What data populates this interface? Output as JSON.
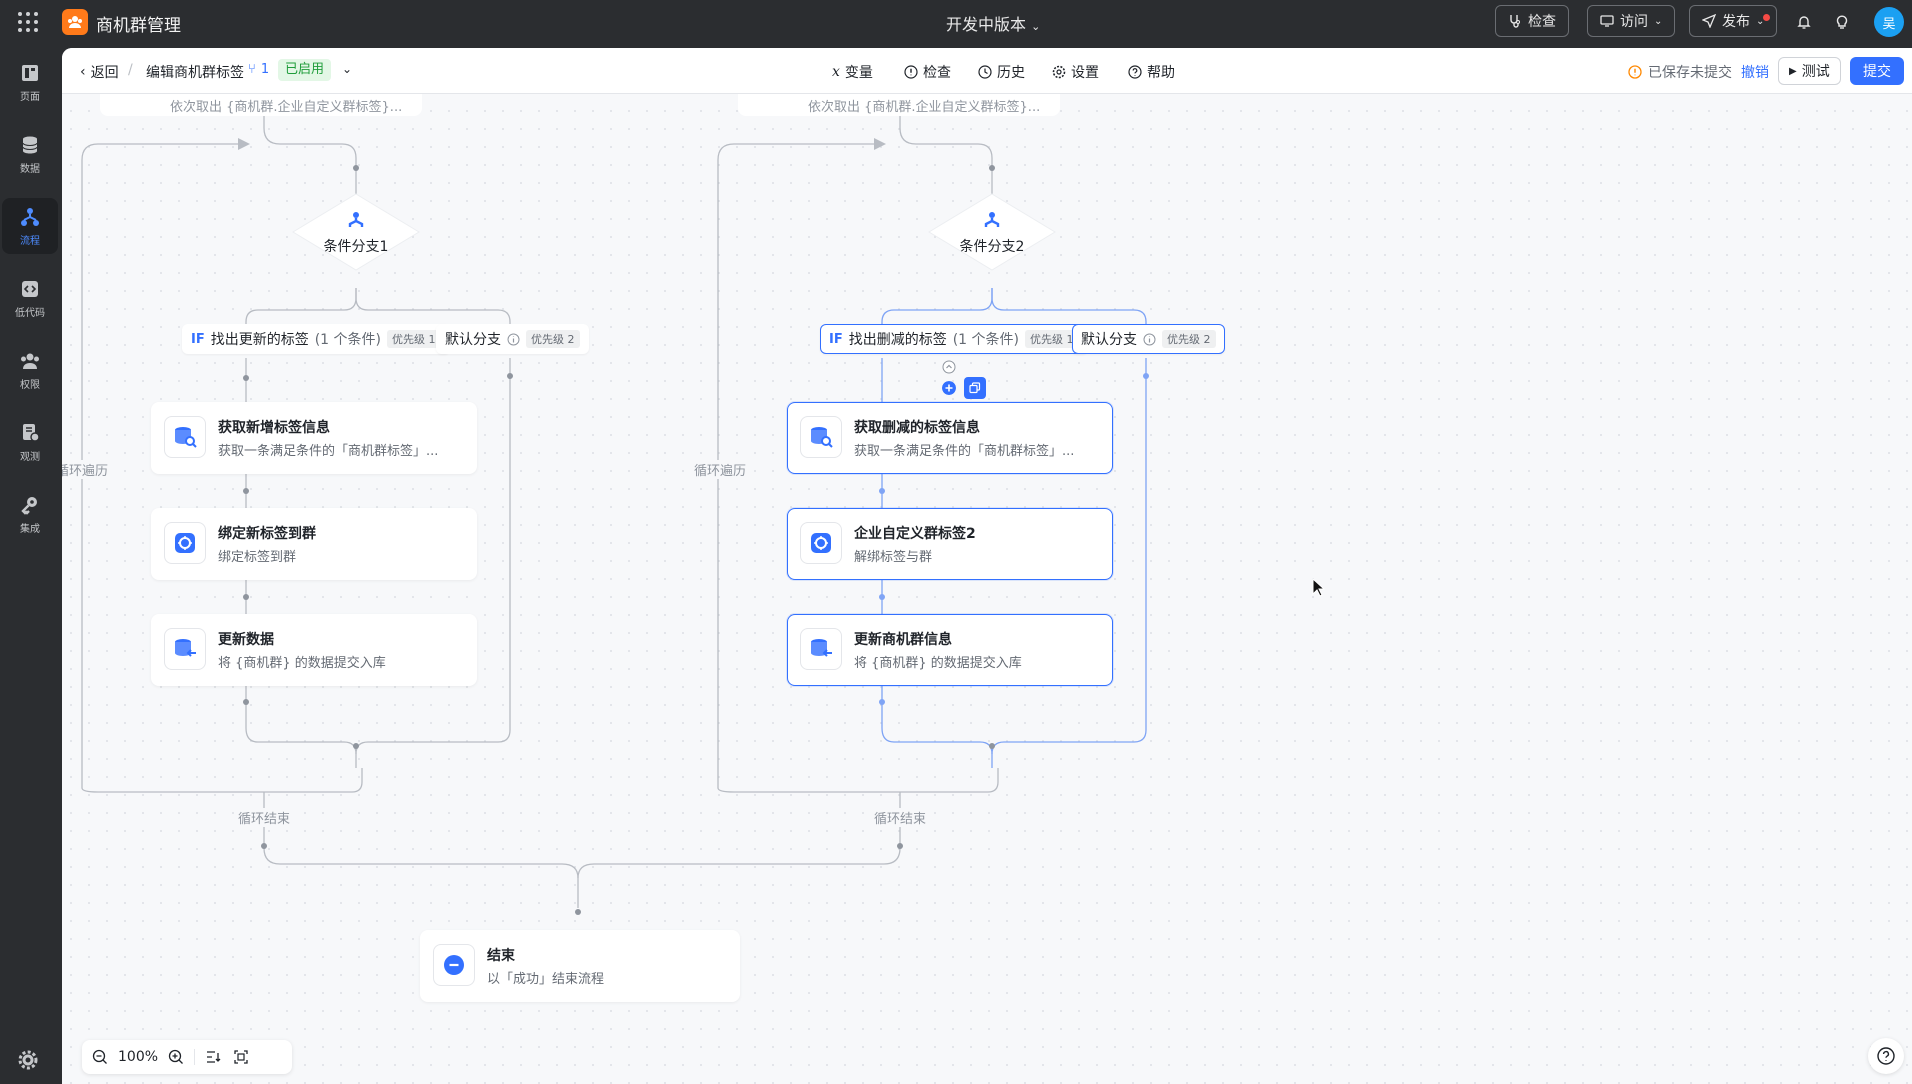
{
  "app": {
    "name": "商机群管理",
    "version_label": "开发中版本"
  },
  "topbar": {
    "check_label": "检查",
    "visit_label": "访问",
    "publish_label": "发布",
    "avatar_text": "吴"
  },
  "sidebar": {
    "items": [
      {
        "label": "页面",
        "icon": "page-icon"
      },
      {
        "label": "数据",
        "icon": "database-icon"
      },
      {
        "label": "流程",
        "icon": "flow-icon",
        "active": true
      },
      {
        "label": "低代码",
        "icon": "code-icon"
      },
      {
        "label": "权限",
        "icon": "users-icon"
      },
      {
        "label": "观测",
        "icon": "monitor-icon"
      },
      {
        "label": "集成",
        "icon": "key-icon"
      }
    ]
  },
  "subheader": {
    "back_label": "返回",
    "flow_name": "编辑商机群标签",
    "version_count": "1",
    "status_badge": "已启用",
    "tools": [
      {
        "label": "变量",
        "icon": "variable-icon"
      },
      {
        "label": "检查",
        "icon": "check-icon"
      },
      {
        "label": "历史",
        "icon": "history-icon"
      },
      {
        "label": "设置",
        "icon": "settings-icon"
      },
      {
        "label": "帮助",
        "icon": "help-icon"
      }
    ],
    "save_status": "已保存未提交",
    "undo_label": "撤销",
    "test_label": "测试",
    "submit_label": "提交"
  },
  "flow": {
    "top_stub_left": "依次取出 {商机群.企业自定义群标签}...",
    "top_stub_right": "依次取出 {商机群.企业自定义群标签}...",
    "left": {
      "condition_label": "条件分支1",
      "branch_if": {
        "tag": "IF",
        "label": "找出更新的标签",
        "conditions": "(1 个条件)",
        "priority": "优先级 1"
      },
      "branch_default": {
        "label": "默认分支",
        "priority": "优先级 2"
      },
      "nodes": [
        {
          "title": "获取新增标签信息",
          "desc": "获取一条满足条件的「商机群标签」...",
          "icon": "db-search-icon"
        },
        {
          "title": "绑定新标签到群",
          "desc": "绑定标签到群",
          "icon": "tag-link-icon"
        },
        {
          "title": "更新数据",
          "desc": "将 {商机群} 的数据提交入库",
          "icon": "db-update-icon"
        }
      ],
      "loop_label": "循环遍历",
      "loop_end_label": "循环结束"
    },
    "right": {
      "condition_label": "条件分支2",
      "branch_if": {
        "tag": "IF",
        "label": "找出删减的标签",
        "conditions": "(1 个条件)",
        "priority": "优先级 1"
      },
      "branch_default": {
        "label": "默认分支",
        "priority": "优先级 2"
      },
      "nodes": [
        {
          "title": "获取删减的标签信息",
          "desc": "获取一条满足条件的「商机群标签」...",
          "icon": "db-search-icon"
        },
        {
          "title": "企业自定义群标签2",
          "desc": "解绑标签与群",
          "icon": "tag-link-icon"
        },
        {
          "title": "更新商机群信息",
          "desc": "将 {商机群} 的数据提交入库",
          "icon": "db-update-icon"
        }
      ],
      "loop_label": "循环遍历",
      "loop_end_label": "循环结束"
    },
    "end_node": {
      "title": "结束",
      "desc": "以「成功」结束流程",
      "icon": "end-icon"
    }
  },
  "zoom": {
    "level": "100%"
  },
  "colors": {
    "accent": "#3370ff",
    "brand": "#ff7a1a",
    "success": "#1f9d3b",
    "warning": "#ff8800"
  }
}
